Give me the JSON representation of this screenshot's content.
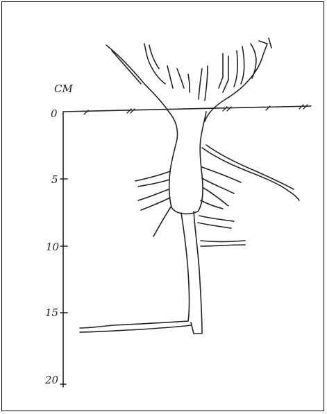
{
  "figure": {
    "axis": {
      "unit_label": "CM",
      "ticks": [
        "0",
        "5",
        "10",
        "15",
        "20"
      ]
    },
    "icons": [
      "plant-root-system-drawing"
    ],
    "colors": {
      "ink": "#222222",
      "paper": "#ffffff",
      "frame": "#000000"
    }
  }
}
